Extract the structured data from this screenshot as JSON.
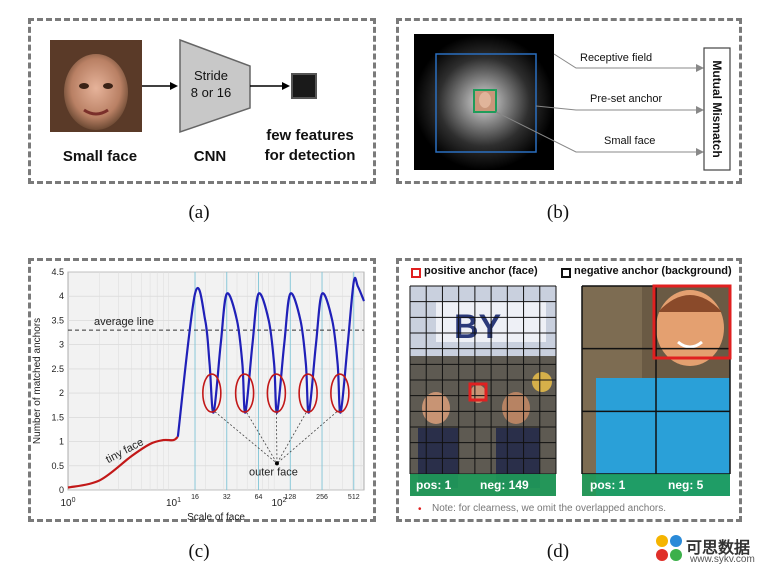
{
  "panel_a": {
    "caption": "(a)",
    "small_face_label": "Small face",
    "cnn_label": "CNN",
    "stride_line1": "Stride",
    "stride_line2": "8 or 16",
    "result_line1": "few features",
    "result_line2": "for detection"
  },
  "panel_b": {
    "caption": "(b)",
    "labels": [
      "Receptive field",
      "Pre-set anchor",
      "Small face"
    ],
    "mismatch_label": "Mutual Mismatch"
  },
  "panel_c": {
    "caption": "(c)",
    "annotations": {
      "average": "average line",
      "tiny": "tiny face",
      "outer": "outer face"
    }
  },
  "panel_d": {
    "caption": "(d)",
    "legend_pos": "positive anchor (face)",
    "legend_neg": "negative anchor (background)",
    "left_stats": {
      "pos": "pos: 1",
      "neg": "neg: 149"
    },
    "right_stats": {
      "pos": "pos: 1",
      "neg": "neg: 5"
    },
    "note": "Note: for clearness,  we omit the overlapped anchors."
  },
  "watermark": {
    "title": "可思数据",
    "url": "www.sykv.com"
  },
  "colors": {
    "curve": "#2020b8",
    "tiny": "#c21818",
    "ellipse": "#c21818",
    "positive": "#e02020",
    "label_box": "#1e9c5a",
    "anchor_box": "#2a6fc0",
    "vertical_lines": "#7fc4d6"
  },
  "chart_data": {
    "type": "line",
    "xlabel": "Scale of face",
    "ylabel": "Number of matched anchors",
    "x_scale": "log",
    "xlim": [
      1,
      640
    ],
    "ylim": [
      0,
      4.5
    ],
    "y_ticks": [
      "0",
      "0.5",
      "1",
      "1.5",
      "2",
      "2.5",
      "3",
      "3.5",
      "4",
      "4.5"
    ],
    "x_major_ticks": [
      "10^0",
      "10^1",
      "10^2"
    ],
    "x_minor_tick_labels": [
      "16",
      "32",
      "64",
      "128",
      "256",
      "512"
    ],
    "average_line_y": 3.3,
    "grid": true,
    "series": [
      {
        "color": "#2020b8",
        "x": [
          1,
          2,
          4,
          6,
          8,
          10,
          11,
          16,
          20,
          22,
          24,
          28,
          32,
          40,
          45,
          48,
          56,
          64,
          80,
          90,
          96,
          112,
          128,
          160,
          180,
          192,
          224,
          256,
          320,
          360,
          384,
          448,
          512,
          560,
          640
        ],
        "y": [
          0.05,
          0.2,
          0.7,
          0.95,
          1.03,
          1.03,
          1.1,
          4.05,
          3.5,
          2.6,
          1.6,
          3.0,
          4.05,
          3.5,
          2.6,
          1.6,
          3.0,
          4.05,
          3.5,
          2.6,
          1.6,
          3.0,
          4.05,
          3.5,
          2.6,
          1.6,
          3.0,
          4.05,
          3.5,
          2.6,
          1.6,
          3.0,
          4.3,
          4.2,
          3.9
        ]
      }
    ]
  }
}
